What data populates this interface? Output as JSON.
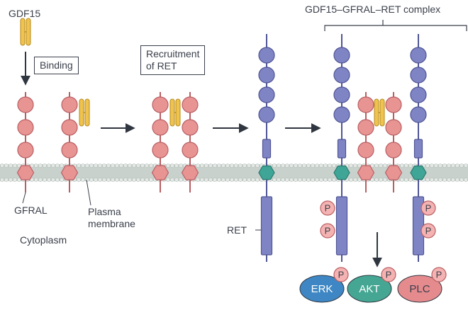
{
  "labels": {
    "gdf15": "GDF15",
    "binding": "Binding",
    "recruitment_line1": "Recruitment",
    "recruitment_line2": "of RET",
    "complex": "GDF15–GFRAL–RET complex",
    "gfral": "GFRAL",
    "plasma_line1": "Plasma",
    "plasma_line2": "membrane",
    "cytoplasm": "Cytoplasm",
    "ret": "RET"
  },
  "phosphate_label": "P",
  "effectors": [
    "ERK",
    "AKT",
    "PLC"
  ],
  "colors": {
    "membrane": "#c9d1cd",
    "membrane_head": "#e4e9e6",
    "gfral_domain": "#e79493",
    "gfral_stroke": "#b95f63",
    "ret_domain": "#7f84c4",
    "ret_stroke": "#4f5595",
    "ret_tm": "#3fa597",
    "gdf15": "#efc34d",
    "gdf15_stroke": "#b58a1c",
    "erk": "#3e87c4",
    "akt": "#45a793",
    "plc": "#e58b8e",
    "phosphate": "#f4b3b2",
    "arrow": "#2f3640"
  }
}
